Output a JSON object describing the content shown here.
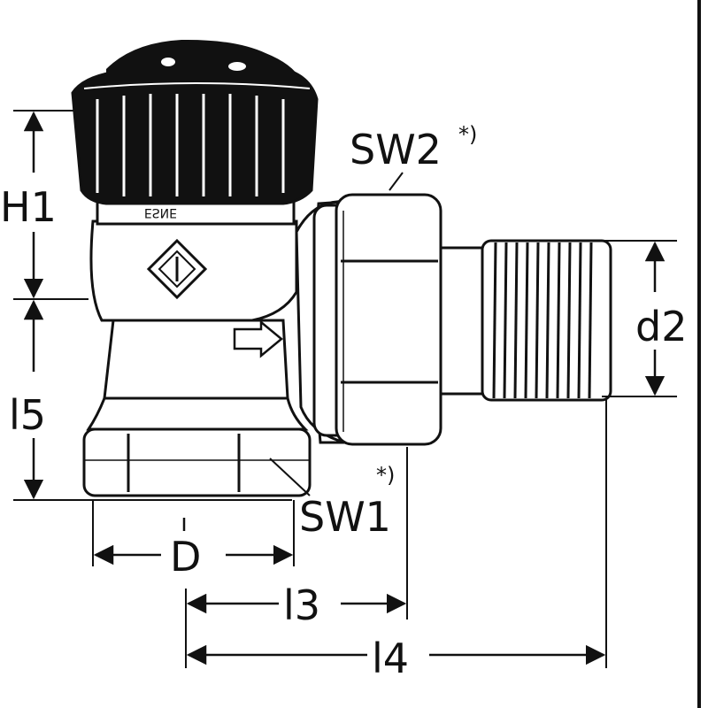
{
  "labels": {
    "h1": "H1",
    "l5": "l5",
    "sw2": "SW2",
    "sw2_sup": "*)",
    "d2": "d2",
    "sw1": "SW1",
    "sw1_sup": "*)",
    "d": "D",
    "l3": "l3",
    "l4": "l4"
  }
}
